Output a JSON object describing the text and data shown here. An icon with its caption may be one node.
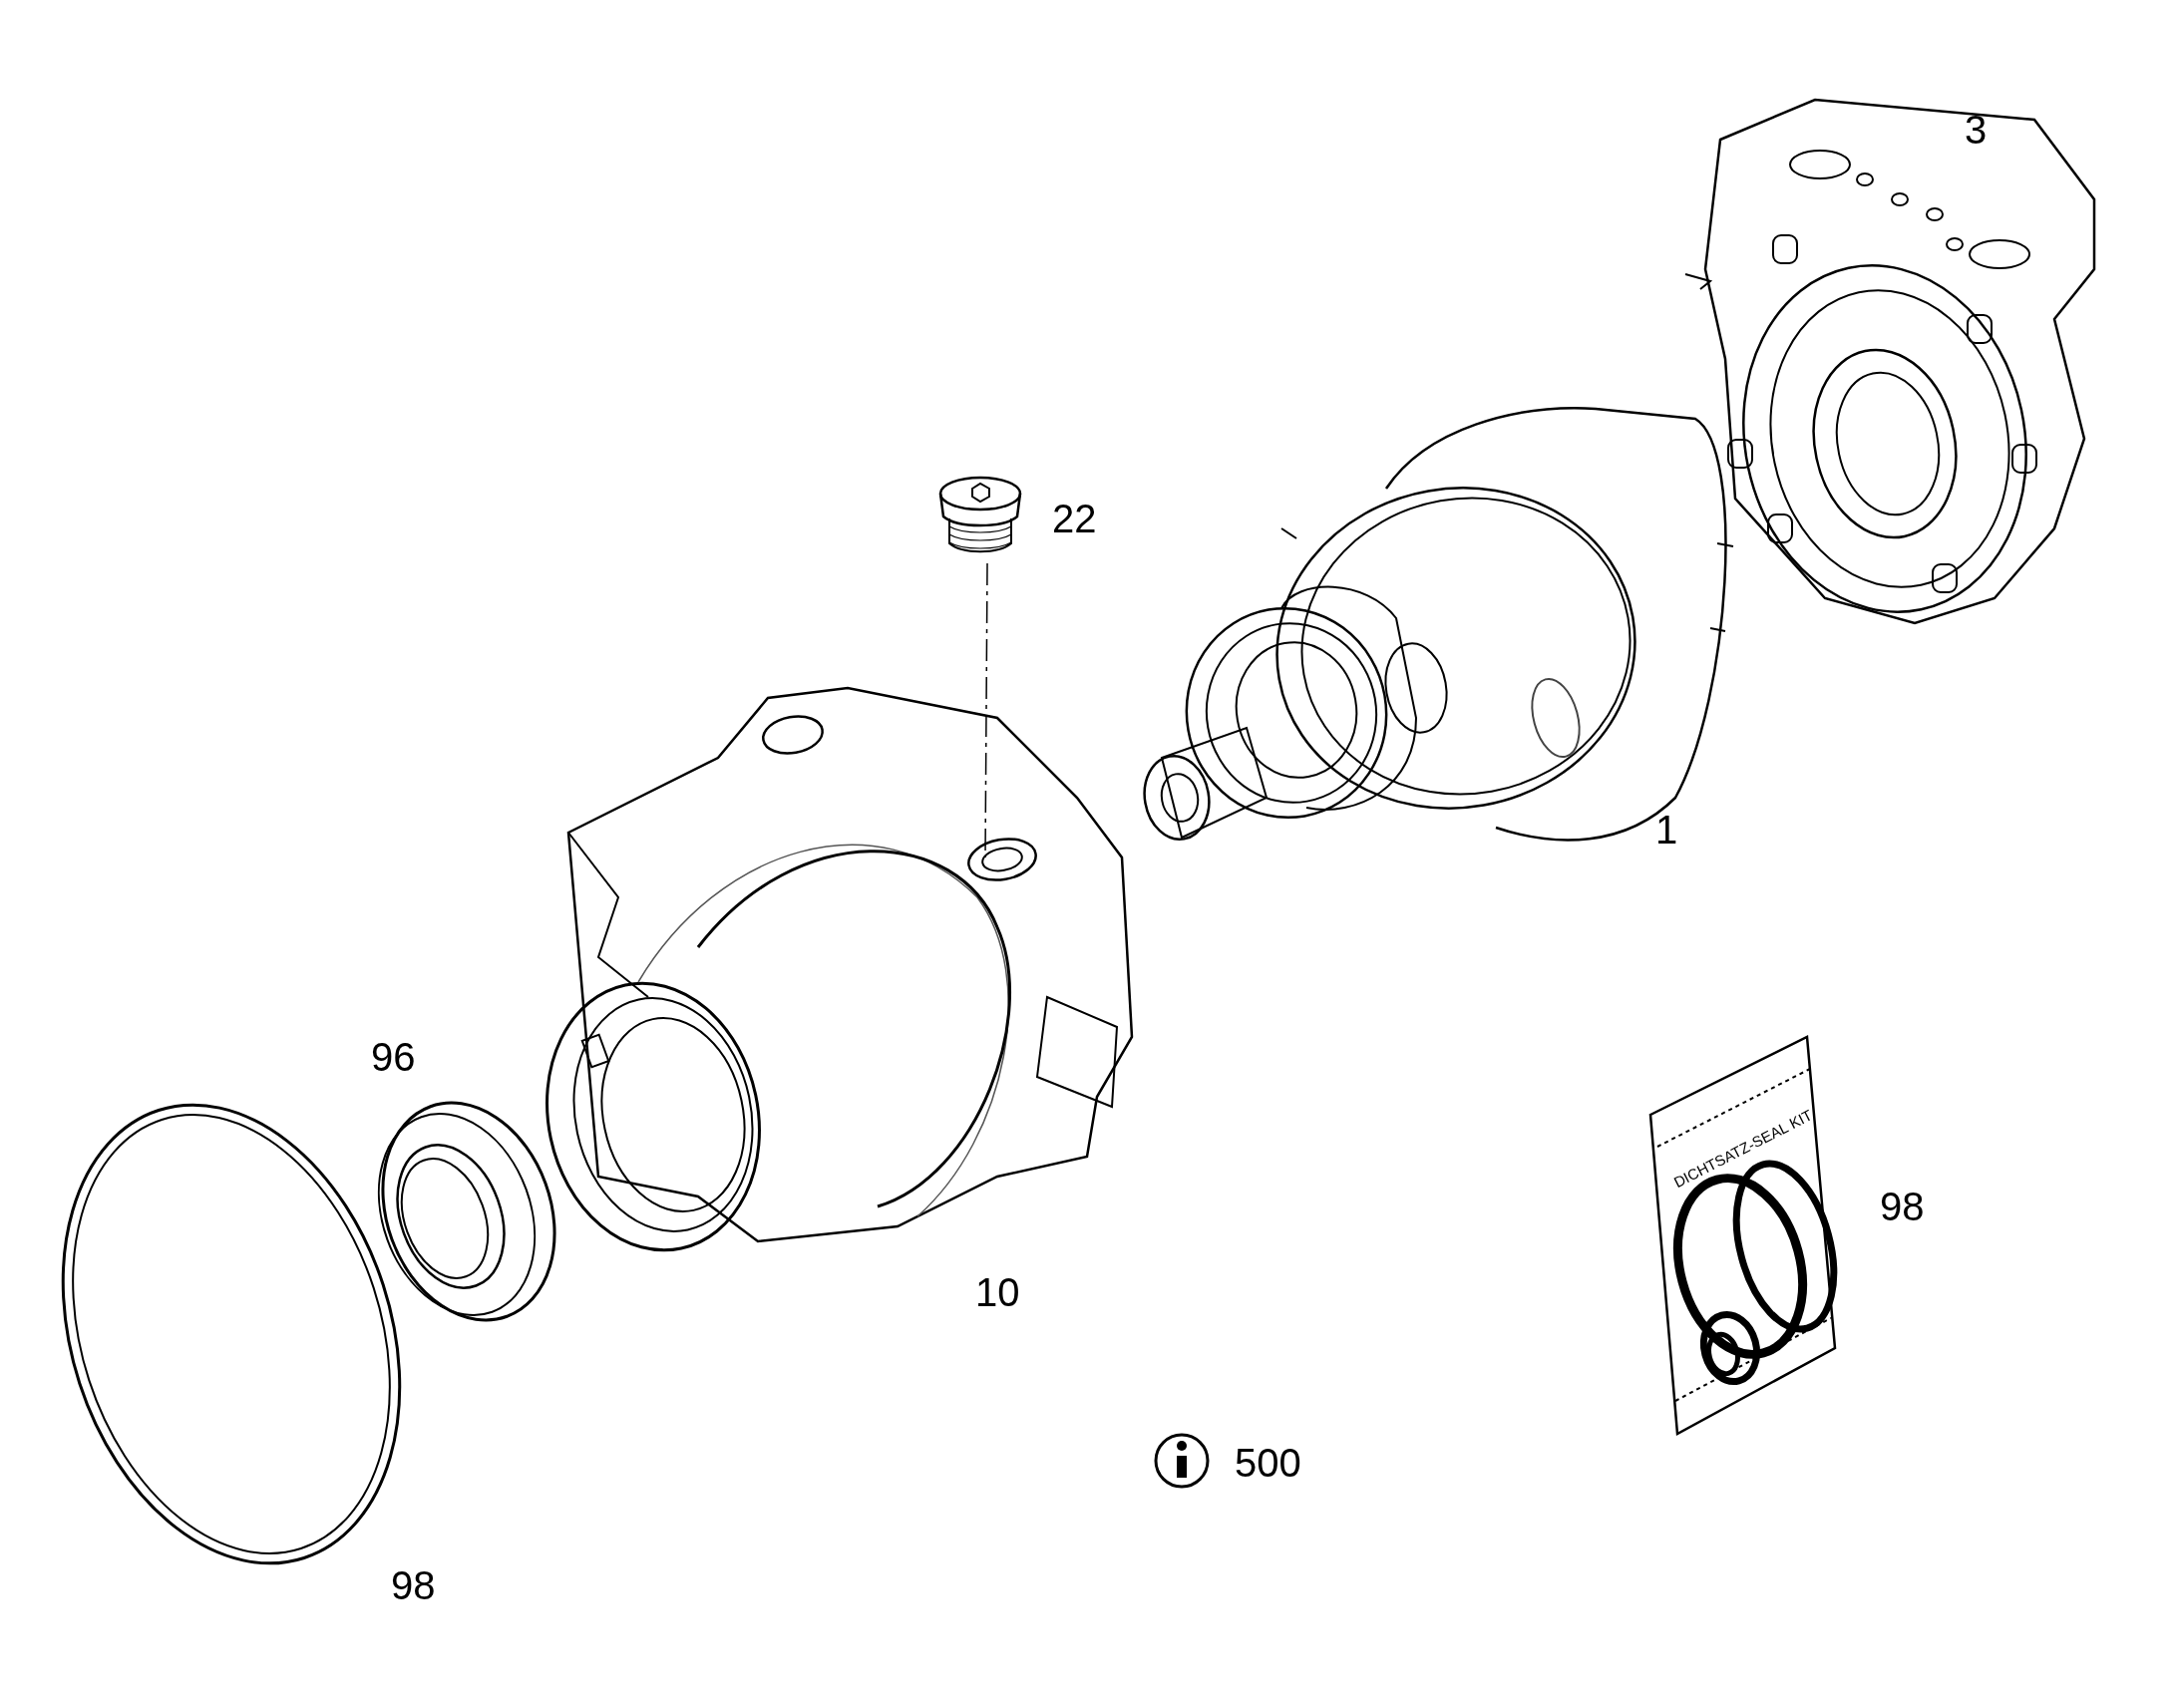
{
  "diagram": {
    "labels": [
      "3",
      "22",
      "1",
      "96",
      "DICHTSATZ-SEAL KIT",
      "98",
      "10",
      "500",
      "98"
    ]
  }
}
